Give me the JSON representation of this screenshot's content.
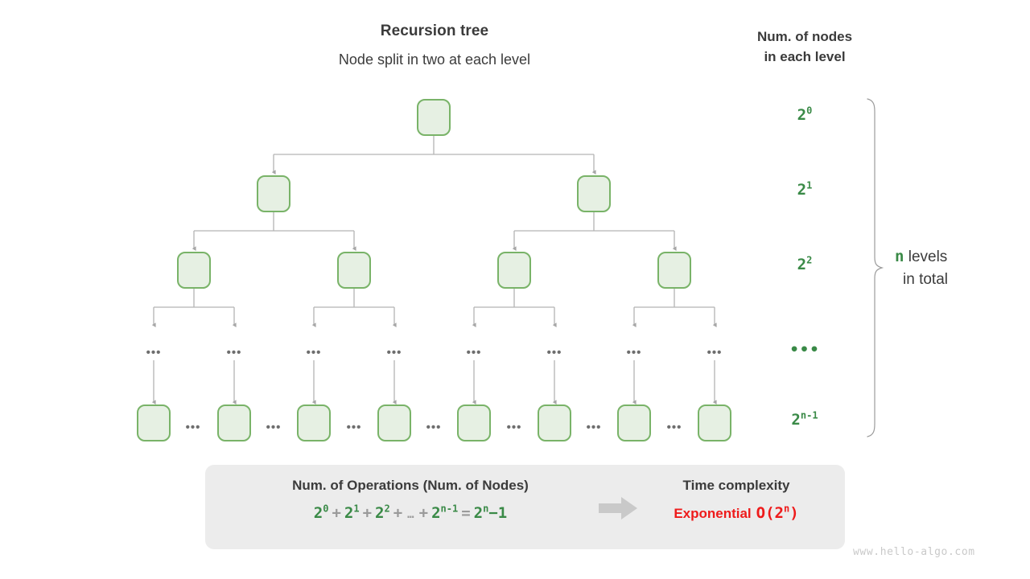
{
  "titles": {
    "main": "Recursion tree",
    "sub": "Node split in two at each level",
    "right_line1": "Num. of nodes",
    "right_line2": "in each level"
  },
  "levels": [
    {
      "base": "2",
      "exp": "0",
      "kind": "power"
    },
    {
      "base": "2",
      "exp": "1",
      "kind": "power"
    },
    {
      "base": "2",
      "exp": "2",
      "kind": "power"
    },
    {
      "base": "",
      "exp": "",
      "kind": "dots",
      "text": "•••"
    },
    {
      "base": "2",
      "exp": "n-1",
      "kind": "power"
    }
  ],
  "brace": {
    "n_symbol": "n",
    "line1": " levels",
    "line2": "in total"
  },
  "summary": {
    "left_heading": "Num. of Operations (Num. of Nodes)",
    "formula": {
      "terms": [
        {
          "base": "2",
          "exp": "0"
        },
        {
          "base": "2",
          "exp": "1"
        },
        {
          "base": "2",
          "exp": "2"
        }
      ],
      "plus": "+",
      "ellipsis": "…",
      "last_term": {
        "base": "2",
        "exp": "n-1"
      },
      "equals": "=",
      "result": {
        "base": "2",
        "exp": "n",
        "suffix": "−1"
      }
    },
    "right_heading": "Time complexity",
    "result_word": "Exponential",
    "result_bigo_prefix": "O(2",
    "result_bigo_exp": "n",
    "result_bigo_suffix": ")"
  },
  "tree": {
    "node_counts": [
      1,
      2,
      4,
      8
    ],
    "dots_label": "•••",
    "ellipsis_between_leaves": "•••"
  },
  "watermark": "www.hello-algo.com",
  "colors": {
    "node_fill": "#e6f0e3",
    "node_stroke": "#79b368",
    "connector": "#aaaaaa",
    "accent_green": "#3a8a47",
    "accent_red": "#ee1b1b",
    "panel_bg": "#ececec",
    "text": "#3b3b3b"
  }
}
